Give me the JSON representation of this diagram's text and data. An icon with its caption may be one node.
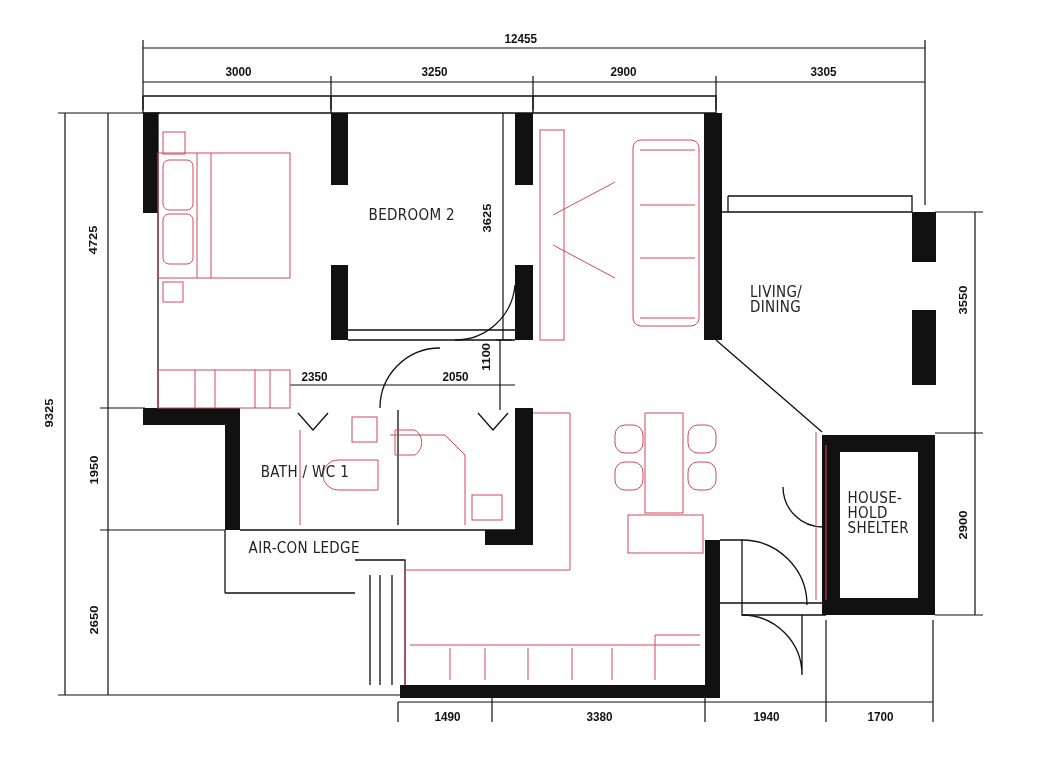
{
  "diagram": {
    "labels": [
      "12455",
      "3000",
      "3250",
      "2900",
      "3305",
      "BEDROOM 2",
      "3625",
      "4725",
      "LIVING/ DINING",
      "3550",
      "9325",
      "2350",
      "2050",
      "1100",
      "BATH / WC 1",
      "1950",
      "HOUSE-HOLD SHELTER",
      "2900",
      "AIR-CON LEDGE",
      "2650",
      "1490",
      "3380",
      "1940",
      "1700"
    ]
  }
}
